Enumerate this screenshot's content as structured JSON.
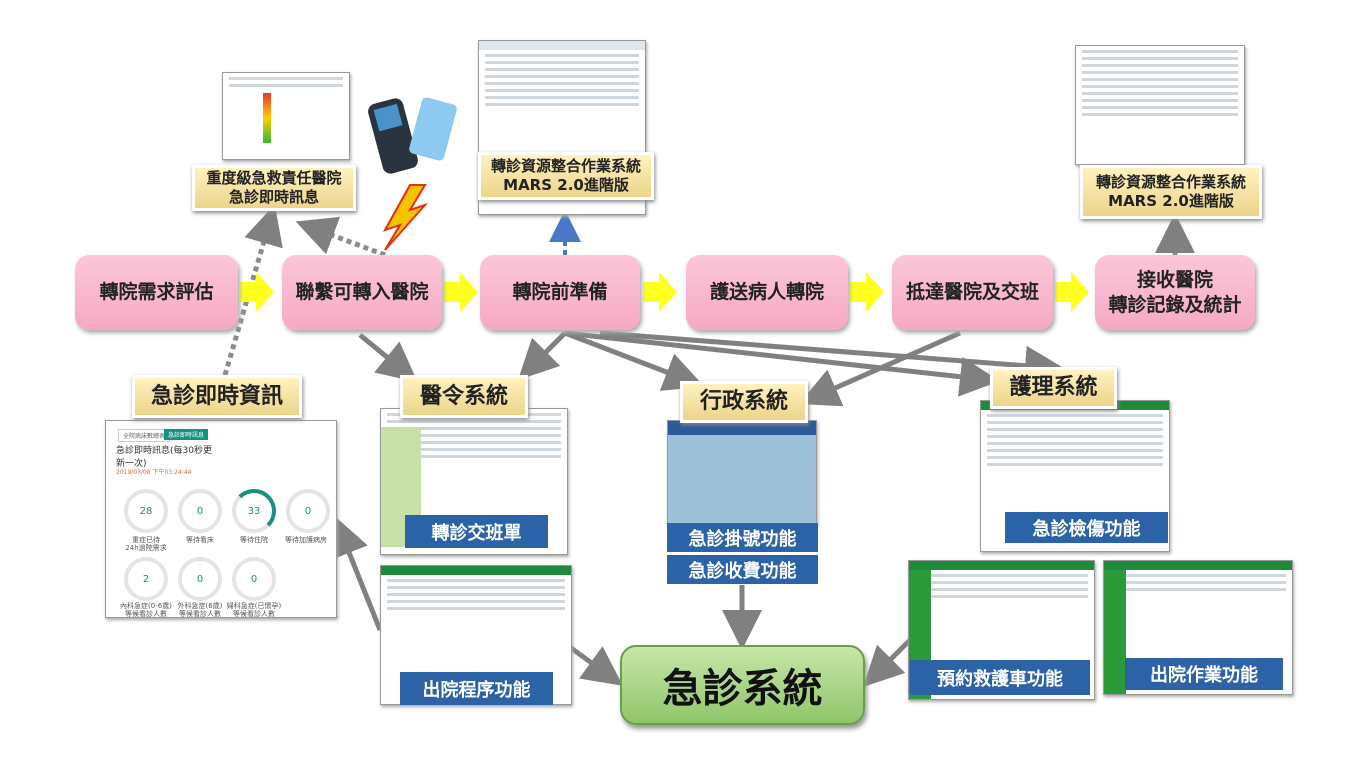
{
  "flow": [
    {
      "label": "轉院需求評估"
    },
    {
      "label": "聯繫可轉入醫院"
    },
    {
      "label": "轉院前準備"
    },
    {
      "label": "護送病人轉院"
    },
    {
      "label": "抵達醫院及交班"
    },
    {
      "label": "接收醫院\n轉診記錄及統計"
    }
  ],
  "top_labels": {
    "er_info": "重度級急救責任醫院\n急診即時訊息",
    "mars1": "轉診資源整合作業系統\nMARS 2.0進階版",
    "mars2": "轉診資源整合作業系統\nMARS 2.0進階版"
  },
  "systems": {
    "er_realtime": "急診即時資訊",
    "order": "醫令系統",
    "admin": "行政系統",
    "nursing": "護理系統",
    "main": "急診系統"
  },
  "functions": {
    "handover": "轉診交班單",
    "register": "急診掛號功能",
    "billing": "急診收費功能",
    "triage": "急診檢傷功能",
    "discharge_proc": "出院程序功能",
    "ambulance": "預約救護車功能",
    "discharge_op": "出院作業功能"
  },
  "panel": {
    "tab1": "全院病床數總表",
    "tab2": "急診即時訊息",
    "title": "急診即時訊息(每30秒更新一次)",
    "date": "2019/03/08 下午03:24:44",
    "gauges": [
      {
        "value": "28",
        "caption": "重症已待\n24h過院需求"
      },
      {
        "value": "0",
        "caption": "等待看床"
      },
      {
        "value": "33",
        "caption": "等待住院"
      },
      {
        "value": "0",
        "caption": "等待加護病房"
      },
      {
        "value": "2",
        "caption": "內科急症(0-6歲)\n等候看診人數"
      },
      {
        "value": "0",
        "caption": "外科急症(6歲)\n等候看診人數"
      },
      {
        "value": "0",
        "caption": "婦科急症(已懷孕)\n等候看診人數"
      }
    ]
  },
  "colors": {
    "accent": "#18907f",
    "pink": "#f5a9c3",
    "tag": "#ecd48a",
    "blue": "#2c63a6",
    "green": "#8fc66a"
  }
}
